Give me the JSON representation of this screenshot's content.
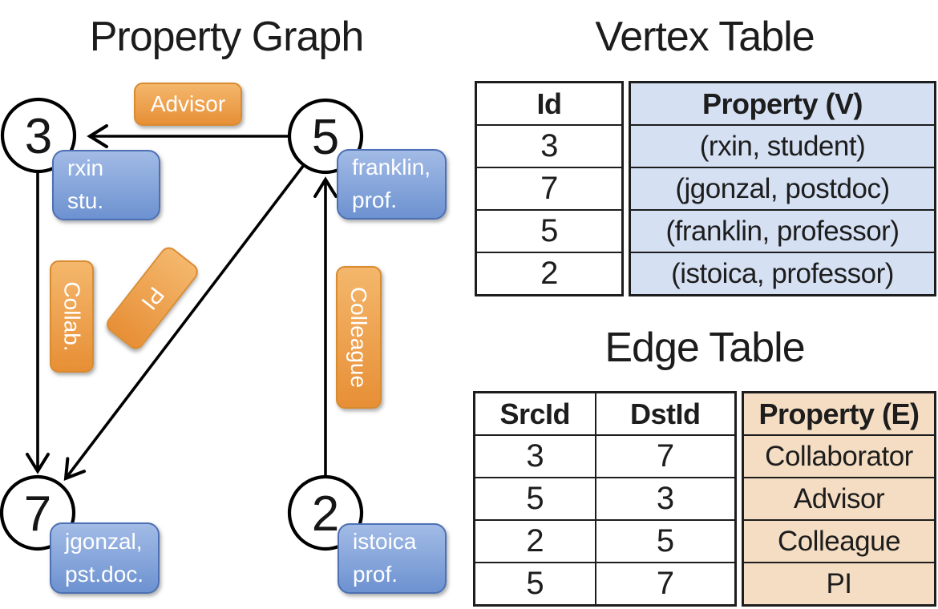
{
  "colors": {
    "orange_top": "#f4b76c",
    "orange_bottom": "#e78f36",
    "orange_border": "#d98b2f",
    "blue_top": "#a2bbe6",
    "blue_bottom": "#6d92d0",
    "blue_border": "#4d70b4",
    "vertex_cell_fill": "#d5e0f3",
    "edge_cell_fill": "#f4ddc2",
    "table_border": "#1d1d1d",
    "edge_line": "#000000",
    "text_dark": "#1a1a1a",
    "box_text": "#ffffff"
  },
  "graph": {
    "title": "Property Graph",
    "nodes": [
      {
        "id": "3",
        "property_line1": "rxin",
        "property_line2": "stu."
      },
      {
        "id": "5",
        "property_line1": "franklin,",
        "property_line2": "prof."
      },
      {
        "id": "7",
        "property_line1": "jgonzal,",
        "property_line2": "pst.doc."
      },
      {
        "id": "2",
        "property_line1": "istoica",
        "property_line2": "prof."
      }
    ],
    "edge_labels": {
      "advisor": "Advisor",
      "collab": "Collab.",
      "pi": "PI",
      "colleague": "Colleague"
    }
  },
  "vertex_table": {
    "title": "Vertex Table",
    "col_id": "Id",
    "col_property": "Property (V)",
    "ids": [
      "3",
      "7",
      "5",
      "2"
    ],
    "properties": [
      "(rxin, student)",
      "(jgonzal, postdoc)",
      "(franklin, professor)",
      "(istoica, professor)"
    ]
  },
  "edge_table": {
    "title": "Edge Table",
    "col_src": "SrcId",
    "col_dst": "DstId",
    "col_property": "Property (E)",
    "rows": [
      {
        "src": "3",
        "dst": "7",
        "property": "Collaborator"
      },
      {
        "src": "5",
        "dst": "3",
        "property": "Advisor"
      },
      {
        "src": "2",
        "dst": "5",
        "property": "Colleague"
      },
      {
        "src": "5",
        "dst": "7",
        "property": "PI"
      }
    ]
  }
}
